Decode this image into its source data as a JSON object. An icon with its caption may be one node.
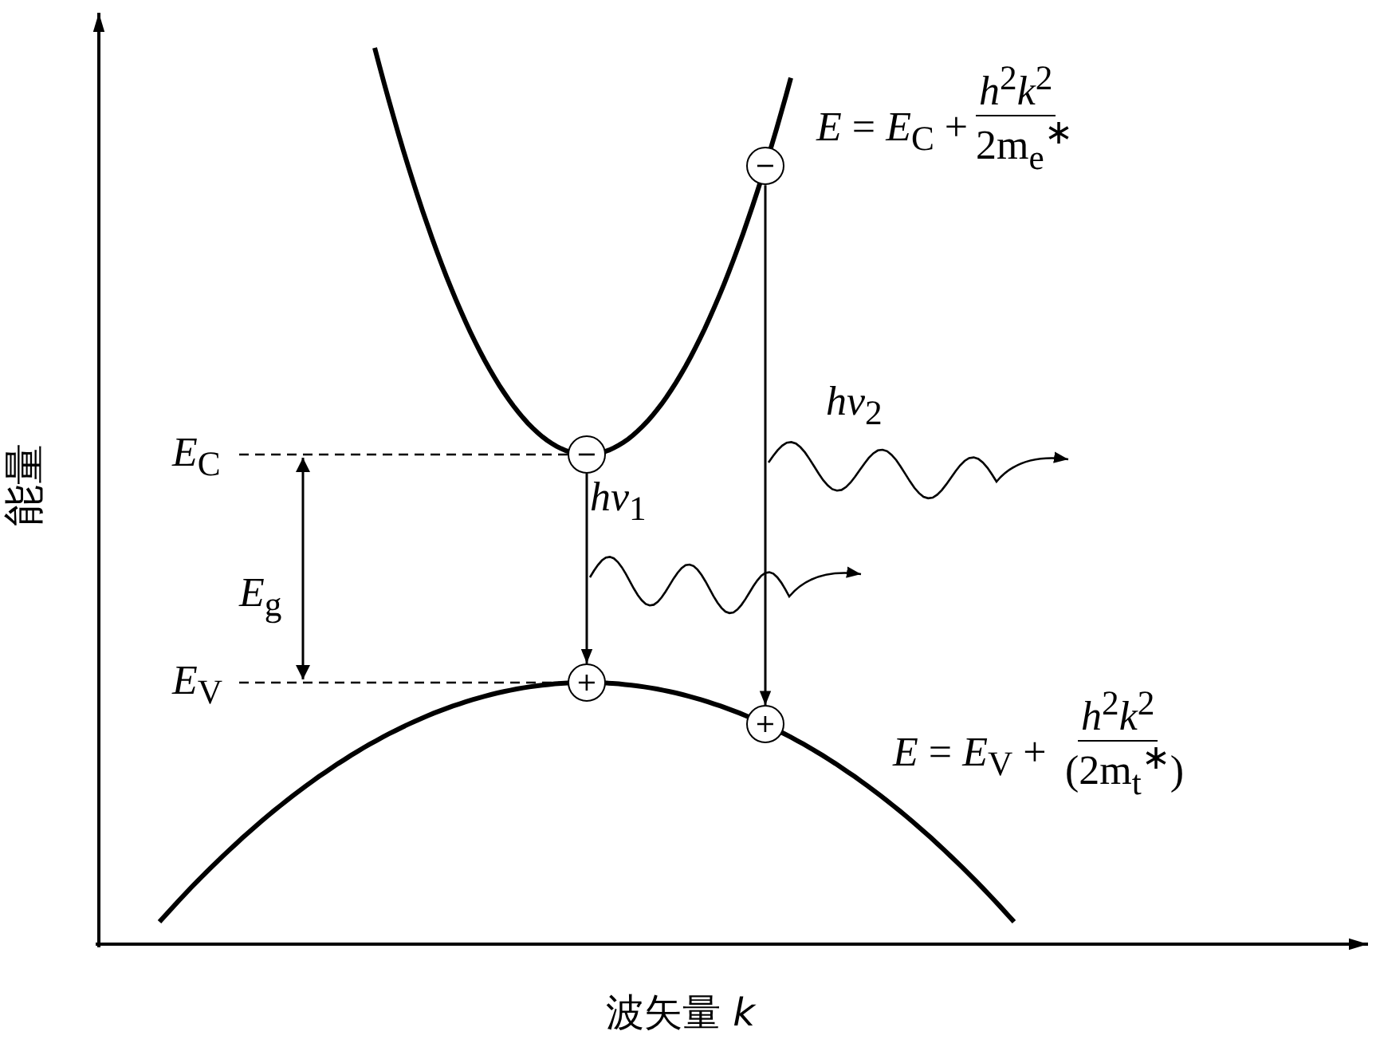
{
  "diagram": {
    "nodes": [
      {
        "text": [
          "−"
        ]
      },
      {
        "text": [
          "−"
        ]
      },
      {
        "text": [
          "+"
        ]
      },
      {
        "text": [
          "+"
        ]
      }
    ],
    "edges": [
      {
        "from": 1,
        "to": 2,
        "arrow": "to"
      },
      {
        "from": 0,
        "to": 3,
        "arrow": "to"
      }
    ],
    "labels": [
      "*E* = *E*$_{C}$ +",
      "*h*$^{2}$*k*$^{2}$",
      "2m$_{e}$$^{∗}$",
      "*hν*$_{2}$",
      "*E*$_{C}$",
      "*E*$_{g}$",
      "*hν*$_{1}$",
      "*E*$_{V}$",
      "*E* = *E*$_{V}$ +",
      "*h*$^{2}$*k*$^{2}$",
      "(2m$_{t}$$^{∗}$)",
      "能量",
      "波矢量 *k*"
    ]
  }
}
